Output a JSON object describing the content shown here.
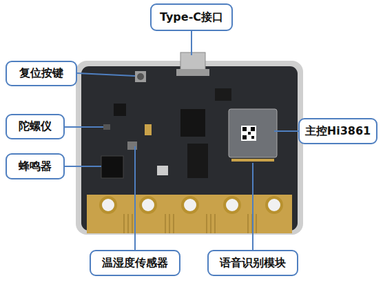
{
  "diagram": {
    "nodes": [
      {
        "text": [
          "Type-C接口"
        ]
      },
      {
        "text": [
          "复位按键"
        ]
      },
      {
        "text": [
          "陀螺仪"
        ]
      },
      {
        "text": [
          "主控Hi3861"
        ]
      },
      {
        "text": [
          "蜂鸣器"
        ]
      },
      {
        "text": [
          "温湿度传感器"
        ]
      },
      {
        "text": [
          "语音识别模块"
        ]
      }
    ]
  }
}
